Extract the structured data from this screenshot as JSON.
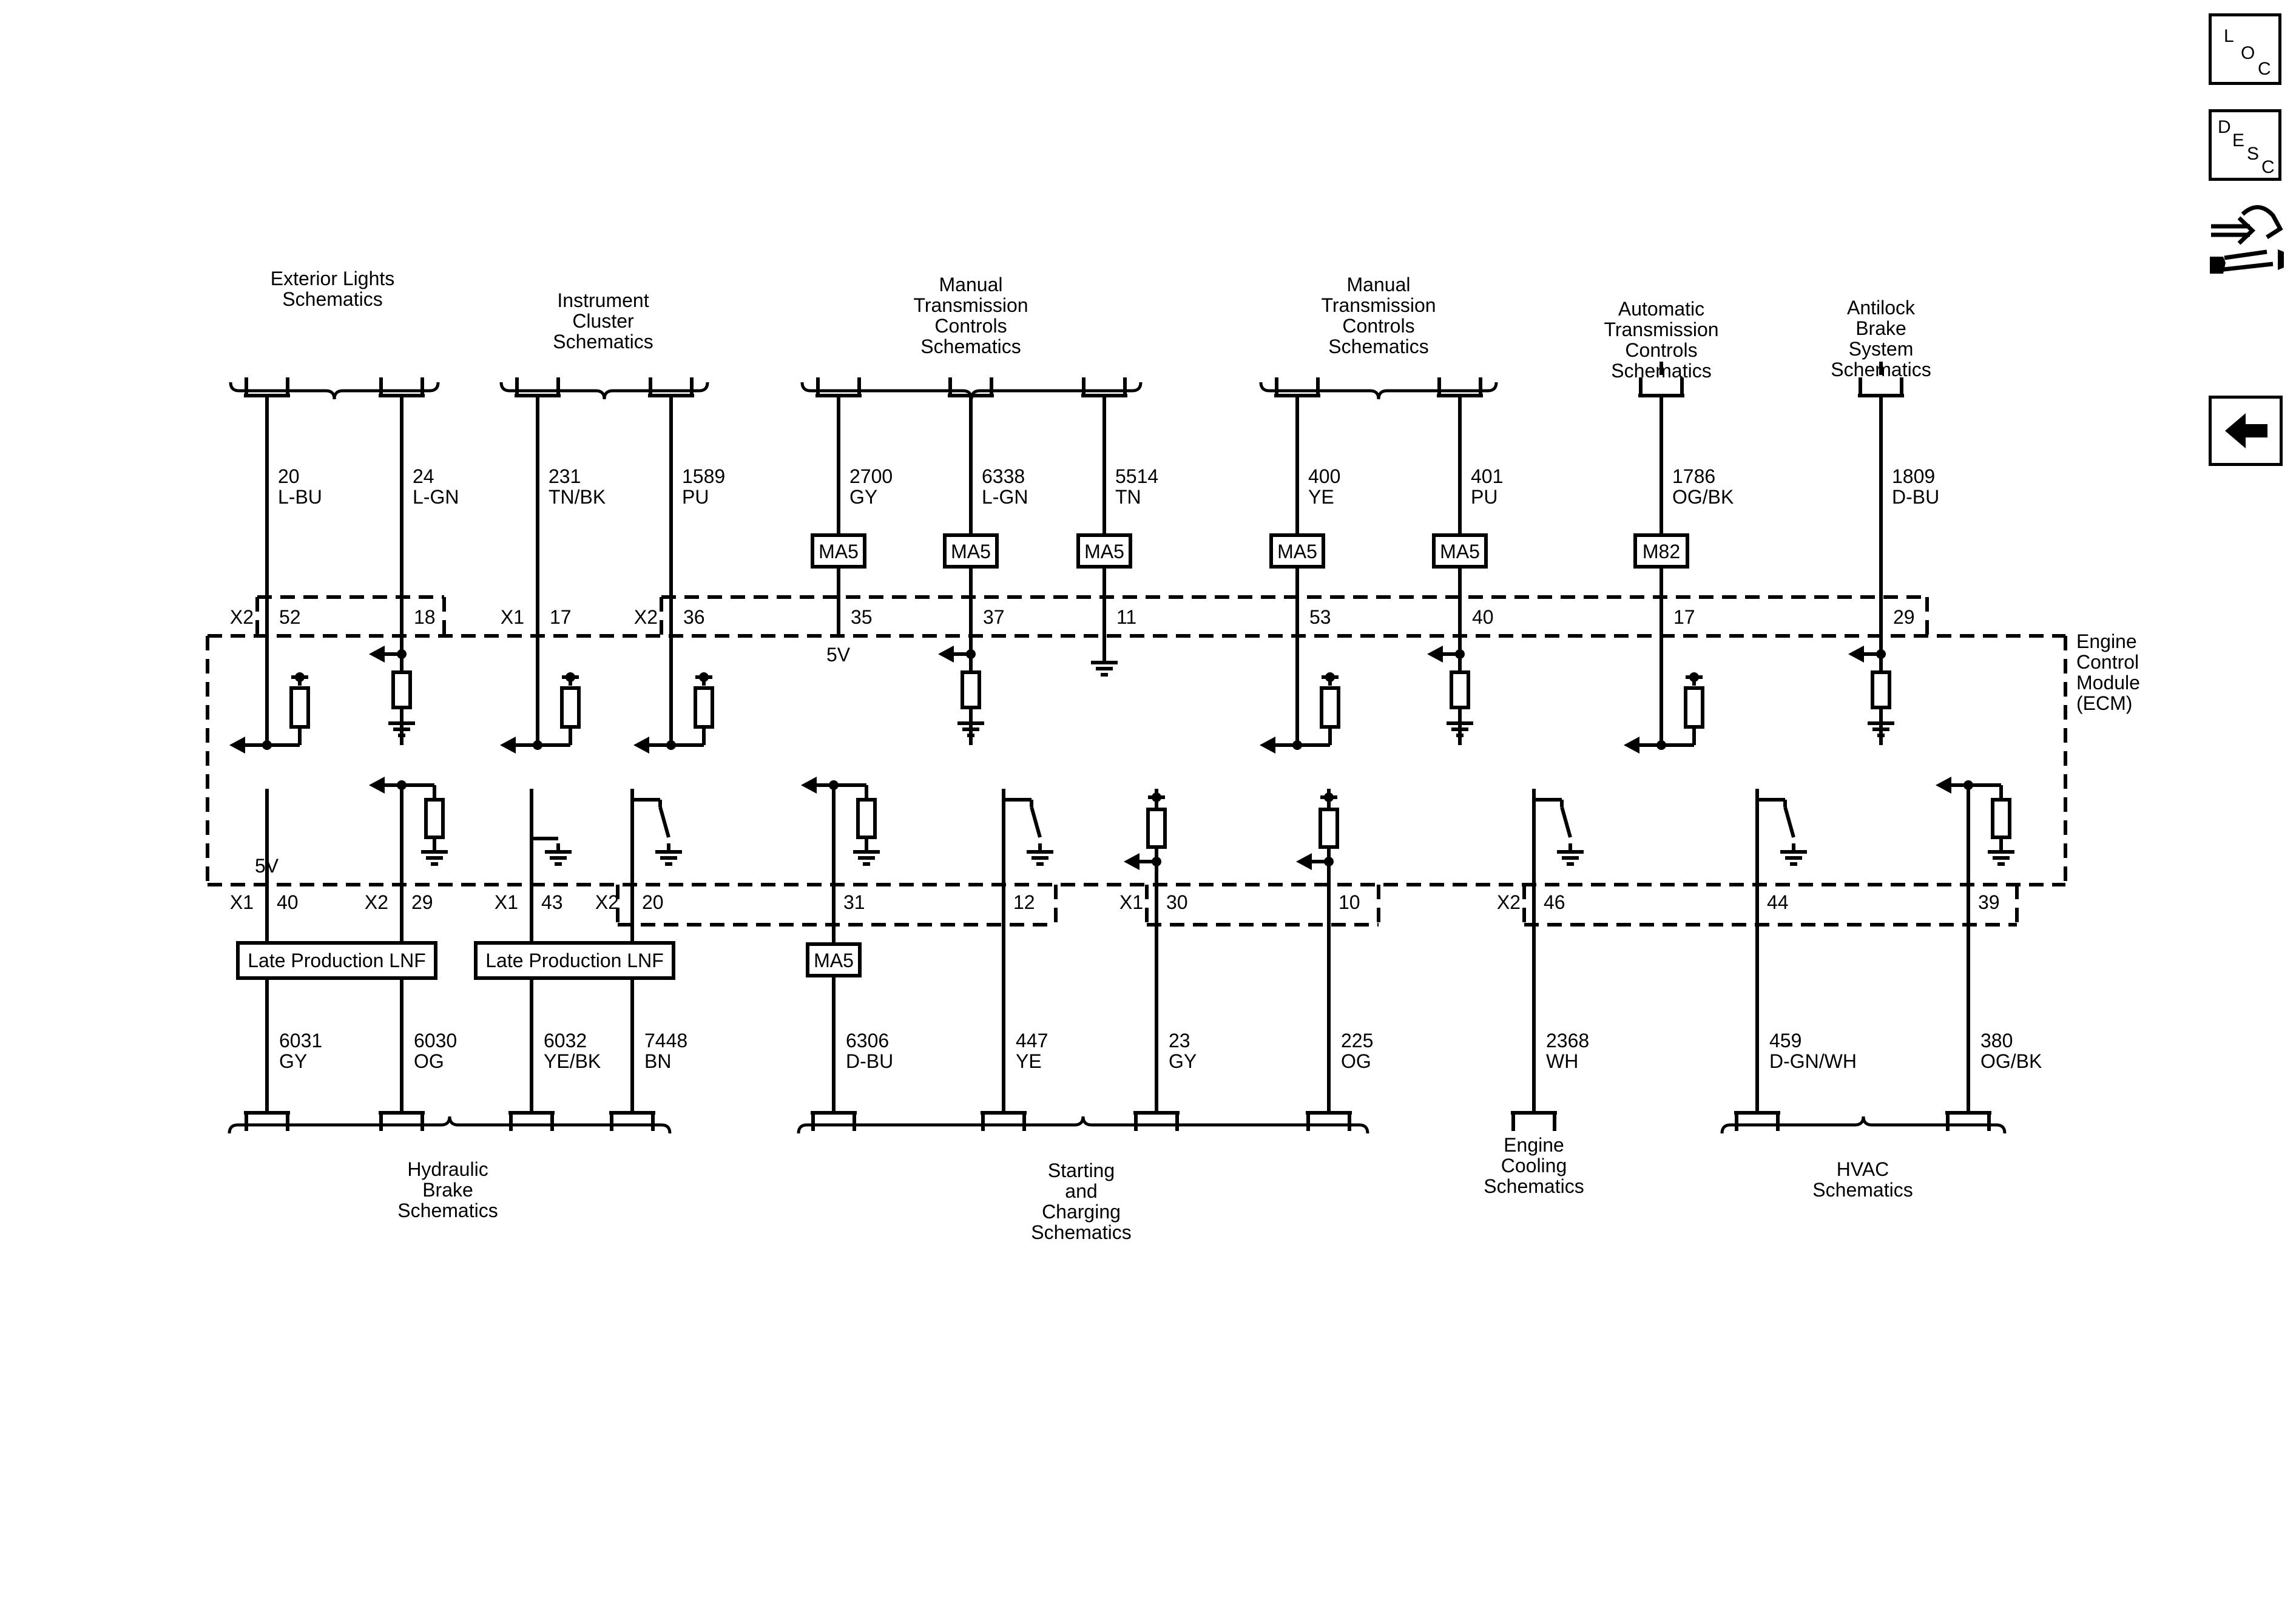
{
  "nav": {
    "loc": [
      "L",
      "O",
      "C"
    ],
    "desc": [
      "D",
      "E",
      "S",
      "C"
    ]
  },
  "ecm_label": [
    "Engine",
    "Control",
    "Module",
    "(ECM)"
  ],
  "top_groups": [
    {
      "lines": [
        "Exterior Lights",
        "Schematics"
      ]
    },
    {
      "lines": [
        "Instrument",
        "Cluster",
        "Schematics"
      ]
    },
    {
      "lines": [
        "Manual",
        "Transmission",
        "Controls",
        "Schematics"
      ]
    },
    {
      "lines": [
        "Manual",
        "Transmission",
        "Controls",
        "Schematics"
      ]
    },
    {
      "lines": [
        "Automatic",
        "Transmission",
        "Controls",
        "Schematics"
      ]
    },
    {
      "lines": [
        "Antilock",
        "Brake",
        "System",
        "Schematics"
      ]
    }
  ],
  "top_wires": [
    {
      "circuit": "20",
      "color": "L-BU",
      "connector": "X2",
      "pin": "52",
      "option": "",
      "internal": "pullup-in"
    },
    {
      "circuit": "24",
      "color": "L-GN",
      "connector": "",
      "pin": "18",
      "option": "",
      "internal": "pulldown-in"
    },
    {
      "circuit": "231",
      "color": "TN/BK",
      "connector": "X1",
      "pin": "17",
      "option": "",
      "internal": "pullup-in"
    },
    {
      "circuit": "1589",
      "color": "PU",
      "connector": "X2",
      "pin": "36",
      "option": "",
      "internal": "pullup-in"
    },
    {
      "circuit": "2700",
      "color": "GY",
      "connector": "",
      "pin": "35",
      "option": "MA5",
      "internal": "5V",
      "note": "5V"
    },
    {
      "circuit": "6338",
      "color": "L-GN",
      "connector": "",
      "pin": "37",
      "option": "MA5",
      "internal": "pulldown-in"
    },
    {
      "circuit": "5514",
      "color": "TN",
      "connector": "",
      "pin": "11",
      "option": "MA5",
      "internal": "ground"
    },
    {
      "circuit": "400",
      "color": "YE",
      "connector": "",
      "pin": "53",
      "option": "MA5",
      "internal": "pullup-in"
    },
    {
      "circuit": "401",
      "color": "PU",
      "connector": "",
      "pin": "40",
      "option": "MA5",
      "internal": "pulldown-in"
    },
    {
      "circuit": "1786",
      "color": "OG/BK",
      "connector": "",
      "pin": "17",
      "option": "M82",
      "internal": "pullup-in"
    },
    {
      "circuit": "1809",
      "color": "D-BU",
      "connector": "",
      "pin": "29",
      "option": "",
      "internal": "pulldown-in"
    }
  ],
  "bottom_wires": [
    {
      "circuit": "6031",
      "color": "GY",
      "connector": "X1",
      "pin": "40",
      "internal": "5V",
      "note": "5V"
    },
    {
      "circuit": "6030",
      "color": "OG",
      "connector": "X2",
      "pin": "29",
      "internal": "pulldown-in"
    },
    {
      "circuit": "6032",
      "color": "YE/BK",
      "connector": "X1",
      "pin": "43",
      "internal": "ground"
    },
    {
      "circuit": "7448",
      "color": "BN",
      "connector": "X2",
      "pin": "20",
      "internal": "switch"
    },
    {
      "circuit": "6306",
      "color": "D-BU",
      "connector": "",
      "pin": "31",
      "internal": "pulldown-in"
    },
    {
      "circuit": "447",
      "color": "YE",
      "connector": "",
      "pin": "12",
      "internal": "switch"
    },
    {
      "circuit": "23",
      "color": "GY",
      "connector": "X1",
      "pin": "30",
      "internal": "pullup-out"
    },
    {
      "circuit": "225",
      "color": "OG",
      "connector": "",
      "pin": "10",
      "internal": "pullup-out"
    },
    {
      "circuit": "2368",
      "color": "WH",
      "connector": "X2",
      "pin": "46",
      "internal": "switch"
    },
    {
      "circuit": "459",
      "color": "D-GN/WH",
      "connector": "",
      "pin": "44",
      "internal": "switch"
    },
    {
      "circuit": "380",
      "color": "OG/BK",
      "connector": "",
      "pin": "39",
      "internal": "pulldown-in"
    }
  ],
  "late_production": [
    "Late Production LNF",
    "Late Production LNF"
  ],
  "bottom_option": "MA5",
  "bottom_groups": [
    {
      "lines": [
        "Hydraulic",
        "Brake",
        "Schematics"
      ]
    },
    {
      "lines": [
        "Starting",
        "and",
        "Charging",
        "Schematics"
      ]
    },
    {
      "lines": [
        "Engine",
        "Cooling",
        "Schematics"
      ]
    },
    {
      "lines": [
        "HVAC",
        "Schematics"
      ]
    }
  ]
}
